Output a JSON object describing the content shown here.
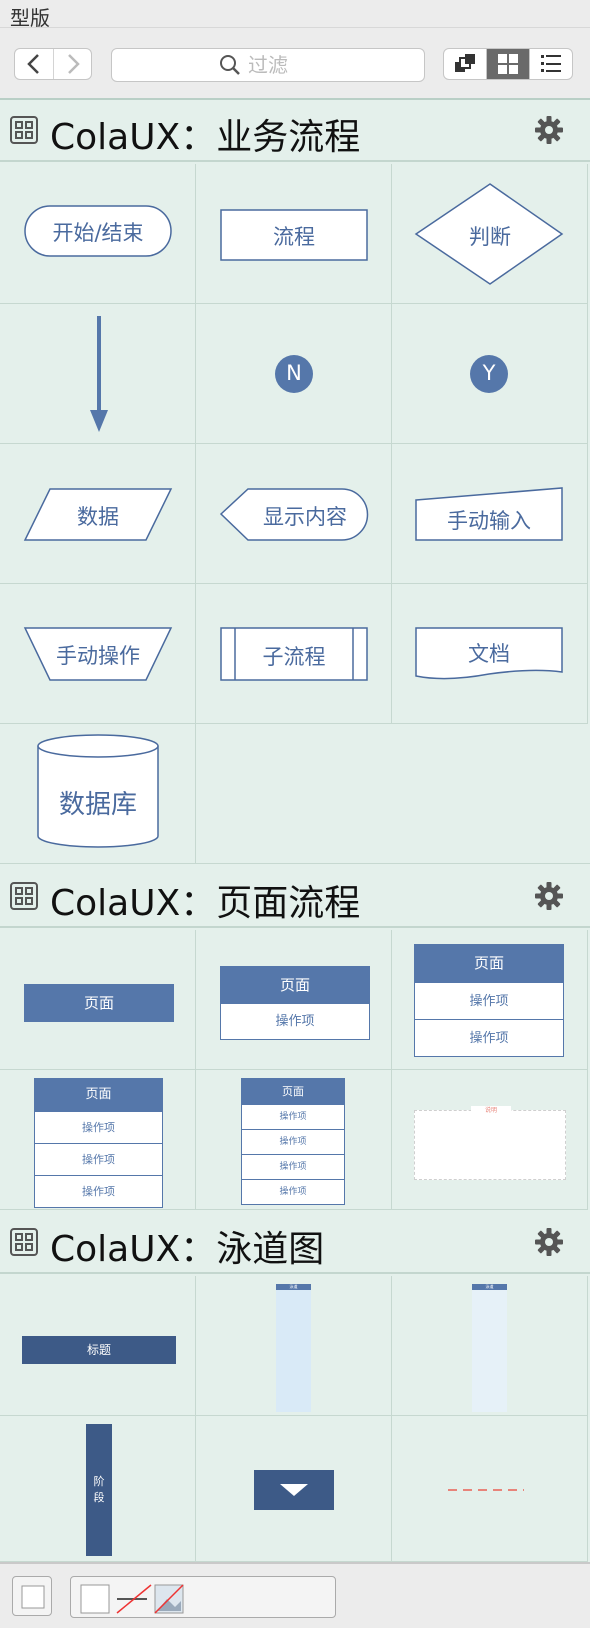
{
  "window": {
    "title": "型版"
  },
  "toolbar": {
    "search_placeholder": "过滤",
    "icons": {
      "back": "chevron-left-icon",
      "forward": "chevron-right-icon",
      "search": "search-icon",
      "view_layers": "layers-view-icon",
      "view_grid": "grid-view-icon",
      "view_list": "list-view-icon"
    }
  },
  "sections": {
    "business": {
      "title": "ColaUX：业务流程",
      "items": {
        "start_end": "开始/结束",
        "process": "流程",
        "decision": "判断",
        "no": "N",
        "yes": "Y",
        "data": "数据",
        "display": "显示内容",
        "manual_input": "手动输入",
        "manual_operation": "手动操作",
        "subprocess": "子流程",
        "document": "文档",
        "database": "数据库"
      }
    },
    "page": {
      "title": "ColaUX：页面流程",
      "page_label": "页面",
      "operation_label": "操作项",
      "note_label": "说明"
    },
    "swimlane": {
      "title": "ColaUX：泳道图",
      "title_label": "标题",
      "phase_label": "阶段",
      "phase_char_1": "阶",
      "phase_char_2": "段",
      "lane_label": "泳道"
    }
  },
  "colors": {
    "accent": "#4a6a9e",
    "background": "#e4f0eb",
    "page_header": "#5577aa",
    "lane_header": "#3d5a87",
    "separator_dash": "#e8847a"
  }
}
